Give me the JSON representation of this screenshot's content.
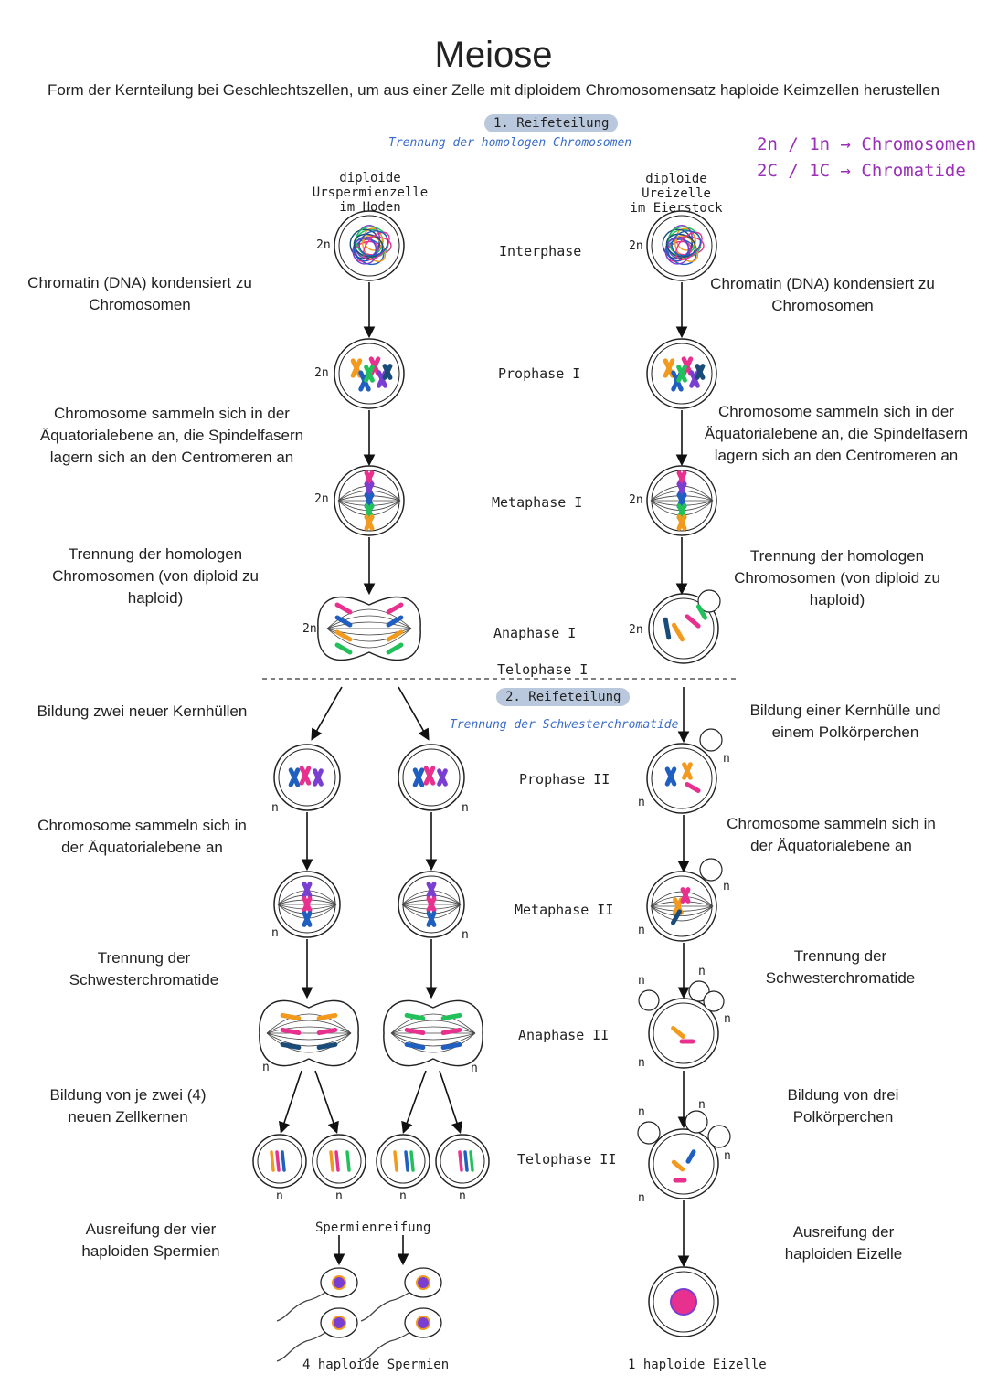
{
  "title": "Meiose",
  "subtitle": "Form der Kernteilung bei Geschlechtszellen, um aus einer Zelle mit diploidem Chromosomensatz haploide Keimzellen herustellen",
  "division1": {
    "label": "1. Reifeteilung",
    "note": "Trennung der homologen Chromosomen"
  },
  "division2": {
    "label": "2. Reifeteilung",
    "note": "Trennung der Schwesterchromatide"
  },
  "legend": {
    "line1": "2n / 1n → Chromosomen",
    "line2": "2C / 1C → Chromatide"
  },
  "male_start": {
    "line1": "diploide Urspermienzelle",
    "line2": "im Hoden"
  },
  "female_start": {
    "line1": "diploide Ureizelle",
    "line2": "im Eierstock"
  },
  "phases": {
    "interphase": "Interphase",
    "prophase1": "Prophase I",
    "metaphase1": "Metaphase I",
    "anaphase1": "Anaphase I",
    "telophase1": "Telophase I",
    "prophase2": "Prophase II",
    "metaphase2": "Metaphase II",
    "anaphase2": "Anaphase II",
    "telophase2": "Telophase II"
  },
  "left_descriptions": {
    "d1": "Chromatin (DNA) kondensiert zu Chromosomen",
    "d2": "Chromosome sammeln sich in der Äquatorialebene an, die Spindelfasern lagern sich an den Centromeren an",
    "d3": "Trennung der homologen Chromosomen (von diploid zu haploid)",
    "d4": "Bildung zwei neuer Kernhüllen",
    "d5": "Chromosome sammeln sich in der Äquatorialebene an",
    "d6": "Trennung der Schwesterchromatide",
    "d7": "Bildung von je zwei (4) neuen Zellkernen",
    "d8": "Ausreifung der vier haploiden Spermien"
  },
  "right_descriptions": {
    "d1": "Chromatin (DNA) kondensiert zu Chromosomen",
    "d2": "Chromosome sammeln sich in der Äquatorialebene an, die Spindelfasern lagern sich an den Centromeren an",
    "d3": "Trennung der homologen Chromosomen (von diploid zu haploid)",
    "d4": "Bildung einer Kernhülle und einem Polkörperchen",
    "d5": "Chromosome sammeln sich in der Äquatorialebene an",
    "d6": "Trennung der Schwesterchromatide",
    "d7": "Bildung von drei Polkörperchen",
    "d8": "Ausreifung der haploiden Eizelle"
  },
  "ploidy": {
    "diploid": "2n",
    "haploid": "n"
  },
  "spermienreifung": "Spermienreifung",
  "result_male": "4 haploide Spermien",
  "result_female": "1 haploide Eizelle",
  "colors": {
    "magenta": "#e8318f",
    "blue": "#1f5fbf",
    "green": "#22c05a",
    "orange": "#f29a1d",
    "purple": "#7a3fd1",
    "navy": "#1a4c7a",
    "pill": "#b9c8dc",
    "legend": "#9b2fb8",
    "note": "#3a6cc9"
  }
}
